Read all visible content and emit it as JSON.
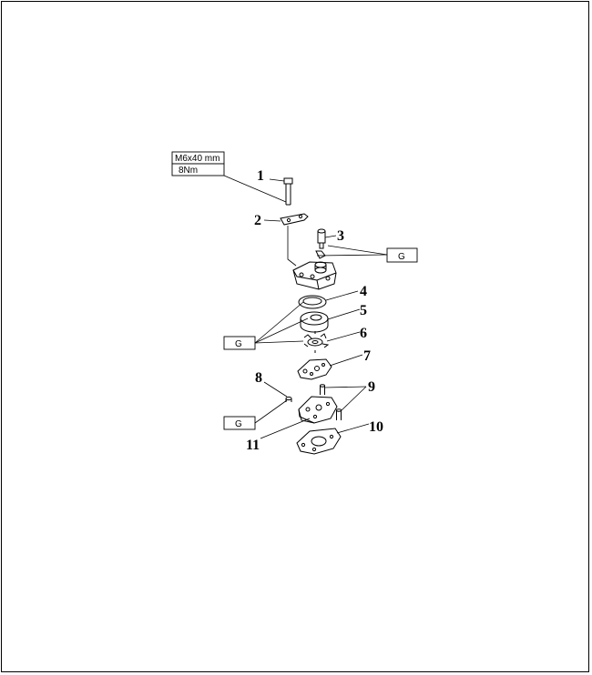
{
  "spec": {
    "size": "M6x40 mm",
    "torque": "8Nm"
  },
  "grease_label": "G",
  "callouts": [
    "1",
    "2",
    "3",
    "4",
    "5",
    "6",
    "7",
    "8",
    "9",
    "10",
    "11"
  ]
}
